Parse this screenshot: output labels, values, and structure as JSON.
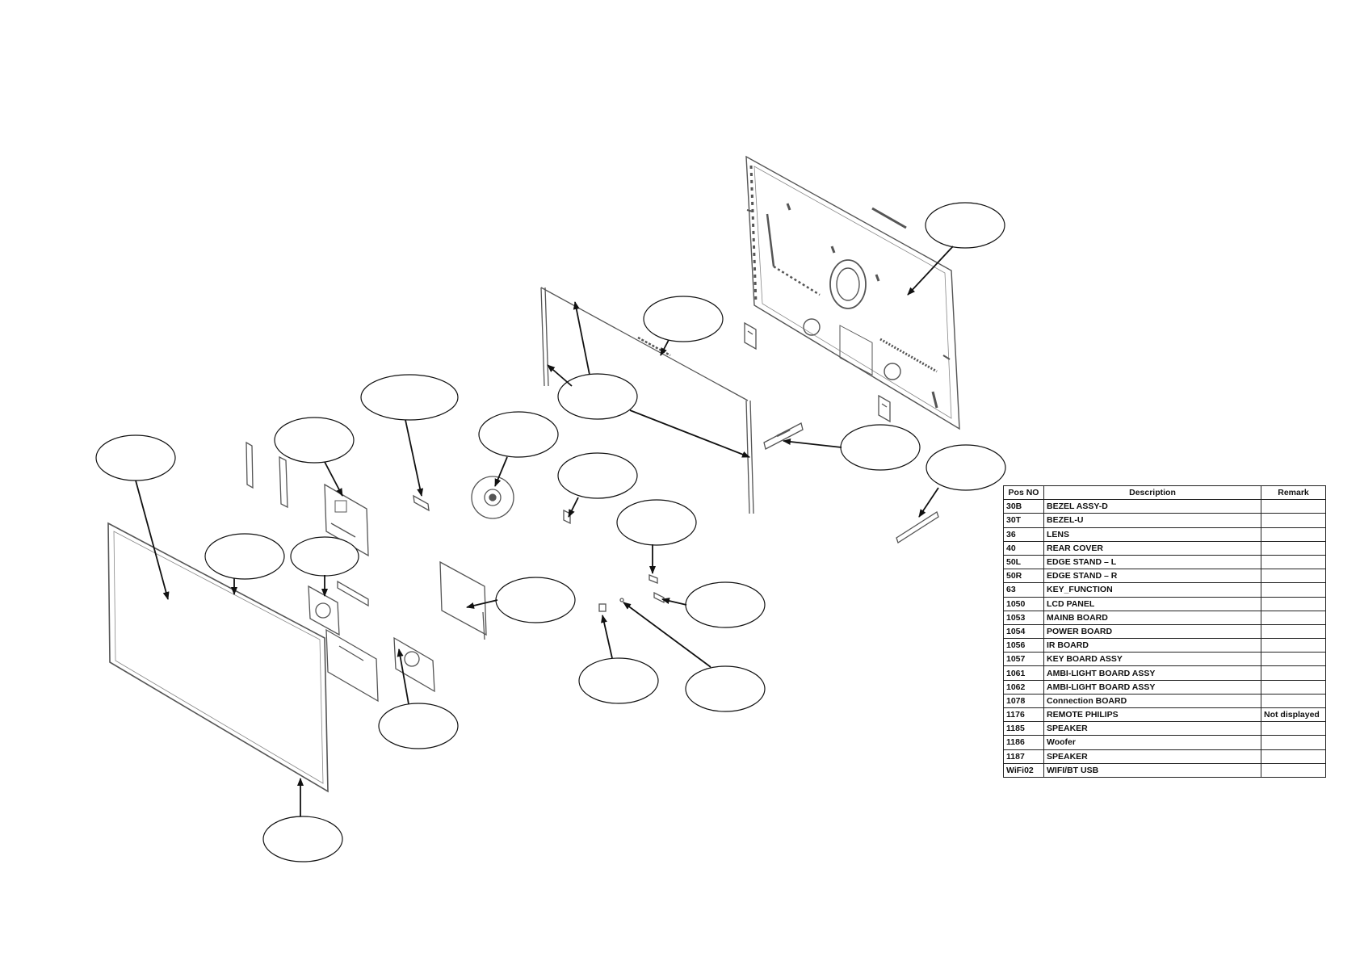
{
  "table": {
    "headers": {
      "pos": "Pos NO",
      "desc": "Description",
      "remark": "Remark"
    },
    "rows": [
      {
        "pos": "30B",
        "desc": "BEZEL ASSY-D",
        "remark": ""
      },
      {
        "pos": "30T",
        "desc": "BEZEL-U",
        "remark": ""
      },
      {
        "pos": "36",
        "desc": "LENS",
        "remark": ""
      },
      {
        "pos": "40",
        "desc": "REAR COVER",
        "remark": ""
      },
      {
        "pos": "50L",
        "desc": "EDGE STAND – L",
        "remark": ""
      },
      {
        "pos": "50R",
        "desc": "EDGE STAND – R",
        "remark": ""
      },
      {
        "pos": "63",
        "desc": "KEY_FUNCTION",
        "remark": ""
      },
      {
        "pos": "1050",
        "desc": "LCD PANEL",
        "remark": ""
      },
      {
        "pos": "1053",
        "desc": "MAINB BOARD",
        "remark": ""
      },
      {
        "pos": "1054",
        "desc": "POWER BOARD",
        "remark": ""
      },
      {
        "pos": "1056",
        "desc": "IR BOARD",
        "remark": ""
      },
      {
        "pos": "1057",
        "desc": "KEY BOARD ASSY",
        "remark": ""
      },
      {
        "pos": "1061",
        "desc": "AMBI-LIGHT BOARD ASSY",
        "remark": ""
      },
      {
        "pos": "1062",
        "desc": "AMBI-LIGHT BOARD ASSY",
        "remark": ""
      },
      {
        "pos": "1078",
        "desc": "Connection BOARD",
        "remark": ""
      },
      {
        "pos": "1176",
        "desc": "REMOTE PHILIPS",
        "remark": "Not displayed"
      },
      {
        "pos": "1185",
        "desc": "SPEAKER",
        "remark": ""
      },
      {
        "pos": "1186",
        "desc": "Woofer",
        "remark": ""
      },
      {
        "pos": "1187",
        "desc": "SPEAKER",
        "remark": ""
      },
      {
        "pos": "WiFi02",
        "desc": "WIFI/BT USB",
        "remark": ""
      }
    ]
  },
  "colors": {
    "line": "#111111",
    "part": "#555555",
    "bg": "#ffffff"
  }
}
